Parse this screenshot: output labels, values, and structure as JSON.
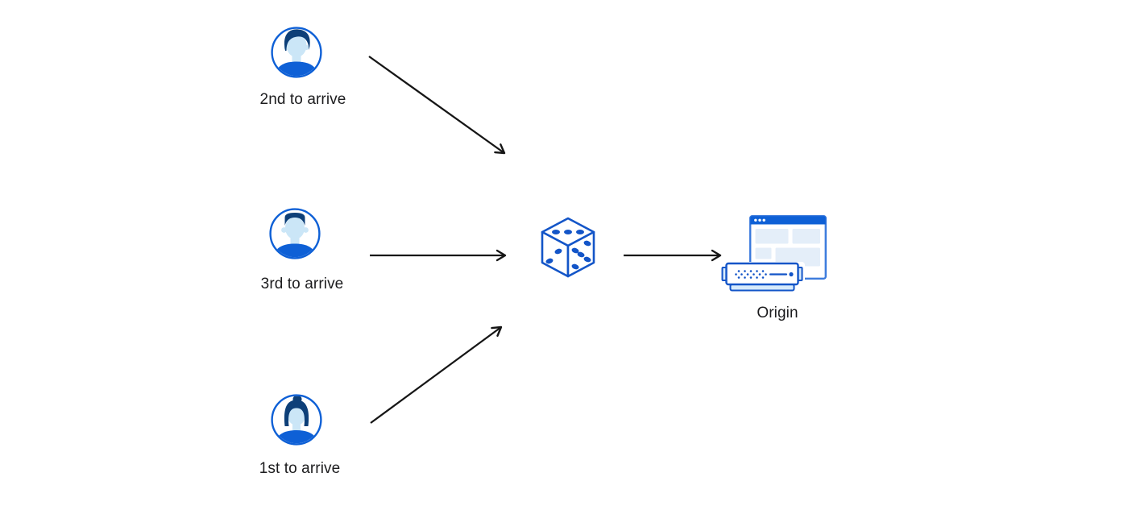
{
  "diagram": {
    "clients": [
      {
        "label": "2nd to arrive",
        "icon": "male-user-avatar-icon"
      },
      {
        "label": "3rd to arrive",
        "icon": "male-user-avatar-icon"
      },
      {
        "label": "1st to arrive",
        "icon": "female-user-avatar-icon"
      }
    ],
    "router": {
      "icon": "dice-icon"
    },
    "origin": {
      "label": "Origin",
      "icons": [
        "browser-window-icon",
        "origin-server-icon"
      ]
    }
  },
  "colors": {
    "icon_blue": "#1355c8",
    "primary_blue": "#0e60d6",
    "hair_navy": "#0d3f78",
    "skin_blue": "#cbe6f7",
    "pale_blue": "#e4eef9",
    "server_fill": "#d6eafb",
    "window_border": "#3c7bdd",
    "arrow_black": "#161616",
    "text_black": "#1c1c1e",
    "background": "#ffffff"
  }
}
